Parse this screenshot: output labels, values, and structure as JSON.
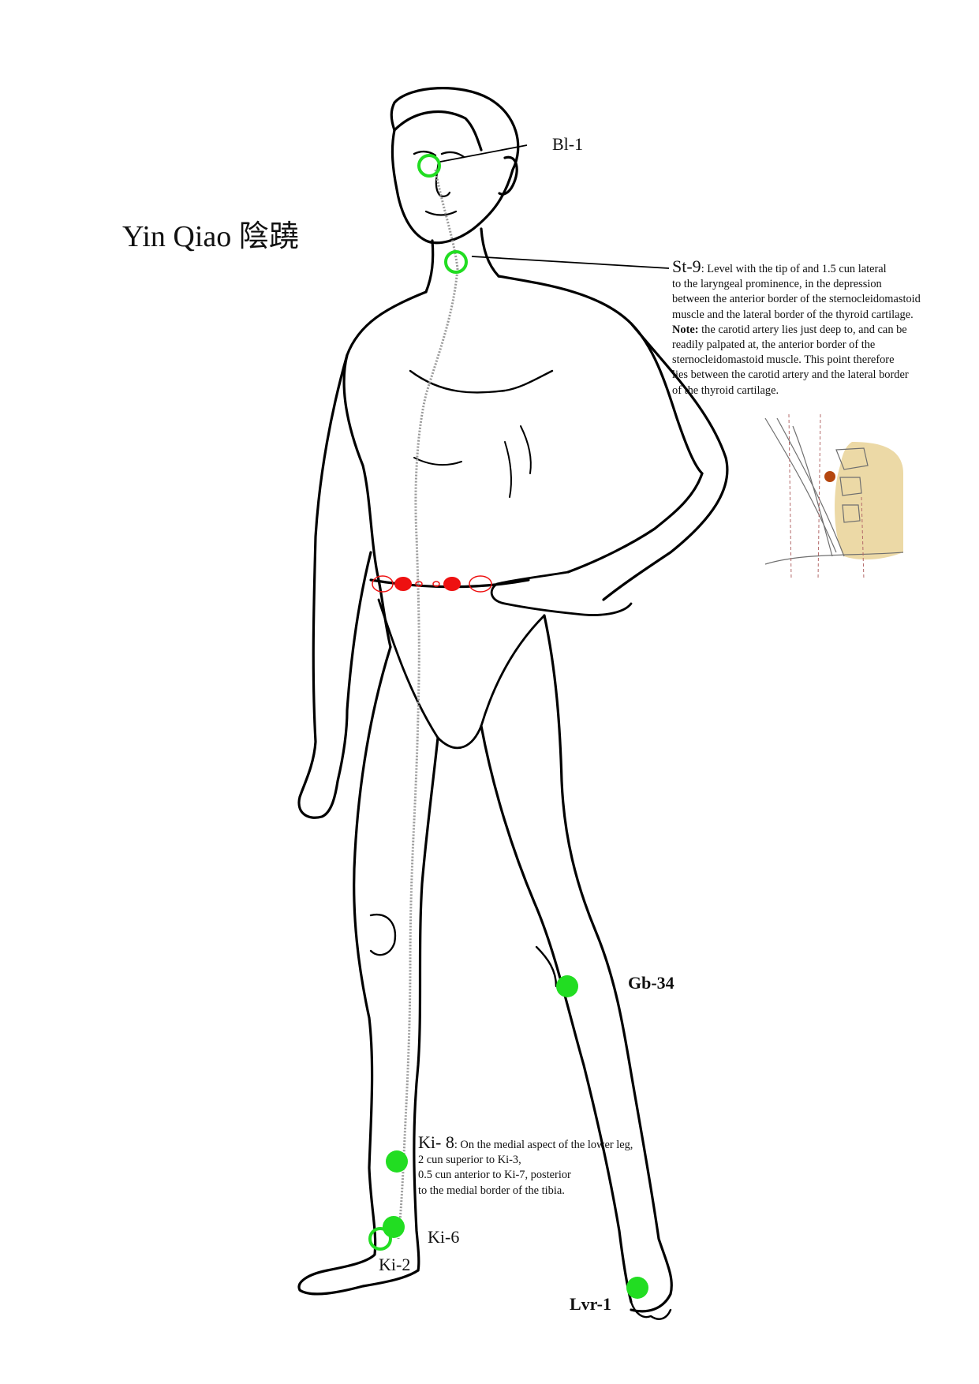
{
  "title": "Yin Qiao 陰蹺",
  "points": {
    "bl1": {
      "label": "Bl-1"
    },
    "st9": {
      "label": "St-9",
      "lines": [
        ": Level with the tip of and 1.5 cun lateral",
        "to the laryngeal prominence, in the depression",
        "between the anterior border of the sternocleidomastoid",
        "muscle and the lateral border of the thyroid cartilage."
      ],
      "note_label": "Note:",
      "note_lines": [
        " the carotid artery lies just deep to, and can be",
        "readily palpated at, the anterior border of the",
        "sternocleidomastoid muscle. This point therefore",
        "lies between the carotid artery and the lateral border",
        "of the thyroid cartilage."
      ]
    },
    "gb34": {
      "label": "Gb-34"
    },
    "ki8": {
      "label": "Ki- 8",
      "lines": [
        ": On the medial aspect of the lower leg,",
        "2 cun superior to Ki-3,",
        "0.5 cun anterior to Ki-7, posterior",
        "to the medial border of the tibia."
      ]
    },
    "ki6": {
      "label": "Ki-6"
    },
    "ki2": {
      "label": "Ki-2"
    },
    "lvr1": {
      "label": "Lvr-1"
    }
  },
  "colors": {
    "point_fill": "#22dd22",
    "point_ring": "#22dd22",
    "waist_point": "#ee1111",
    "channel_line": "#9a9a9a",
    "outline": "#000000",
    "inset_bone": "#ecd9a6",
    "inset_marker": "#b5470f"
  }
}
